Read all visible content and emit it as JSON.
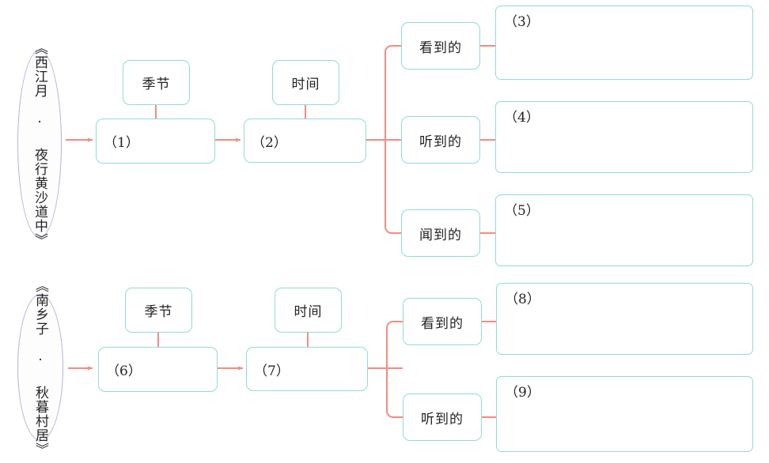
{
  "diagram": {
    "type": "flowchart",
    "title_text": "",
    "colors": {
      "box_border": "#8fdcd4",
      "ellipse_border": "#b9afd4",
      "connector": "#f58b80",
      "text": "#232323",
      "background": "#ffffff"
    },
    "rows": [
      {
        "id": "row-1",
        "source_label": "《西江月 · 夜行黄沙道中》",
        "attribute_boxes": [
          {
            "label": "季节"
          },
          {
            "label": "时间"
          }
        ],
        "blank_boxes": [
          {
            "label": "（1）"
          },
          {
            "label": "（2）"
          }
        ],
        "branches": [
          {
            "sense": "看到的",
            "answer": "（3）"
          },
          {
            "sense": "听到的",
            "answer": "（4）"
          },
          {
            "sense": "闻到的",
            "answer": "（5）"
          }
        ]
      },
      {
        "id": "row-2",
        "source_label": "《南乡子 · 秋暮村居》",
        "attribute_boxes": [
          {
            "label": "季节"
          },
          {
            "label": "时间"
          }
        ],
        "blank_boxes": [
          {
            "label": "（6）"
          },
          {
            "label": "（7）"
          }
        ],
        "branches": [
          {
            "sense": "看到的",
            "answer": "（8）"
          },
          {
            "sense": "听到的",
            "answer": "（9）"
          }
        ]
      }
    ]
  }
}
